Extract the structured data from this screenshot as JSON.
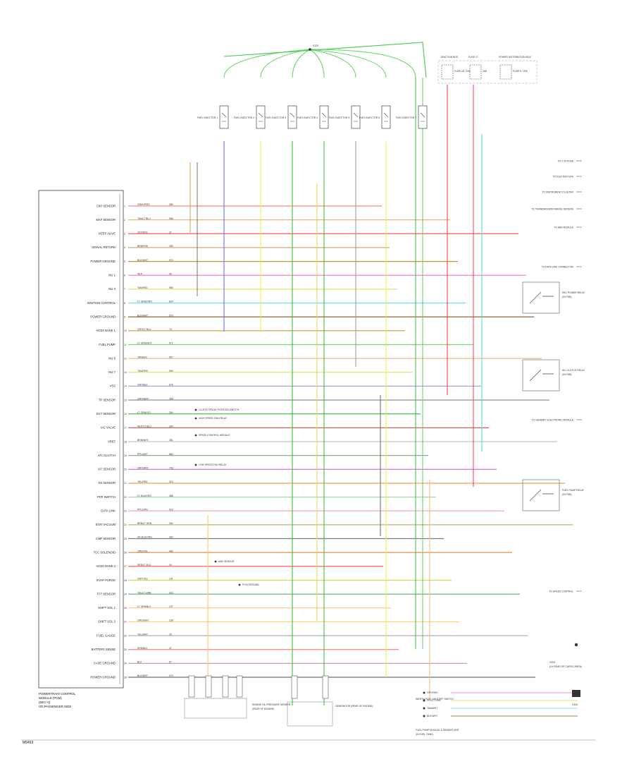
{
  "diagram_code": "M9453",
  "pcm": {
    "title": [
      "POWERTRAIN CONTROL",
      "MODULE (PCM)",
      "(EEC-V)",
      "ON PASSENGER SIDE"
    ],
    "pins": [
      {
        "label": "CKP SENSOR",
        "wire": "GRAY/RED",
        "circuit": "350"
      },
      {
        "label": "MAF SENSOR",
        "wire": "TAN/LT BLU",
        "circuit": "968"
      },
      {
        "label": "KEEP ALIVE",
        "wire": "VIO/ORG",
        "circuit": "37"
      },
      {
        "label": "SIGNAL RETURN",
        "wire": "BRN/PNK",
        "circuit": "359"
      },
      {
        "label": "POWER GROUND",
        "wire": "BLK/WHT",
        "circuit": "570"
      },
      {
        "label": "INJ 1",
        "wire": "WHT",
        "circuit": "95"
      },
      {
        "label": "INJ 3",
        "wire": "TAN/RED",
        "circuit": "555"
      },
      {
        "label": "IGNITION CONTROL",
        "wire": "LT GRN/ORG",
        "circuit": "824"
      },
      {
        "label": "POWER GROUND",
        "wire": "BLK/WHT",
        "circuit": "570"
      },
      {
        "label": "HO2S BANK 1",
        "wire": "GRY/LT BLU",
        "circuit": "74"
      },
      {
        "label": "FUEL PUMP",
        "wire": "LT GRN/WHT",
        "circuit": "971"
      },
      {
        "label": "INJ 5",
        "wire": "TAN/BLK",
        "circuit": "557"
      },
      {
        "label": "INJ 7",
        "wire": "TAN/ORG",
        "circuit": "559"
      },
      {
        "label": "VSS",
        "wire": "GRY/BLK",
        "circuit": "676"
      },
      {
        "label": "TP SENSOR",
        "wire": "GRY/WHT",
        "circuit": "355"
      },
      {
        "label": "ECT SENSOR",
        "wire": "LT GRN/YEL",
        "circuit": "354"
      },
      {
        "label": "IAC VALVE",
        "wire": "WHT/LT BLU",
        "circuit": "264"
      },
      {
        "label": "VREF",
        "wire": "BRN/WHT",
        "circuit": "351"
      },
      {
        "label": "A/C CLUTCH",
        "wire": "PPL/WHT",
        "circuit": "883"
      },
      {
        "label": "IAT SENSOR",
        "wire": "GRY/WHT",
        "circuit": "743"
      },
      {
        "label": "KS SENSOR",
        "wire": "YEL/RED",
        "circuit": "310"
      },
      {
        "label": "PSP SWITCH",
        "wire": "LT BLU/ORG",
        "circuit": "388"
      },
      {
        "label": "DATA LINK",
        "wire": "PPL/ORG",
        "circuit": "915"
      },
      {
        "label": "EGR VACUUM",
        "wire": "BRN/LT GRN",
        "circuit": "362"
      },
      {
        "label": "CMP SENSOR",
        "wire": "DK BLU/ORG",
        "circuit": "392"
      },
      {
        "label": "TCC SOLENOID",
        "wire": "ORG/YEL",
        "circuit": "480"
      },
      {
        "label": "HO2S BANK 2",
        "wire": "RED/LT BLU",
        "circuit": "94"
      },
      {
        "label": "EVAP PURGE",
        "wire": "GRY/YEL",
        "circuit": "101"
      },
      {
        "label": "TFT SENSOR",
        "wire": "YEL/LT GRN",
        "circuit": "923"
      },
      {
        "label": "SHIFT SOL 1",
        "wire": "LT GRN/BLK",
        "circuit": "237"
      },
      {
        "label": "SHIFT SOL 2",
        "wire": "ORG/WHT",
        "circuit": "238"
      },
      {
        "label": "FUEL GAUGE",
        "wire": "YEL/WHT",
        "circuit": "29"
      },
      {
        "label": "BATTERY SENSE",
        "wire": "RED/BLK",
        "circuit": "37"
      },
      {
        "label": "CASE GROUND",
        "wire": "BLK",
        "circuit": "57"
      },
      {
        "label": "POWER GROUND",
        "wire": "BLK/WHT",
        "circuit": "570"
      }
    ]
  },
  "injectors": {
    "labels": [
      "FUEL INJECTOR 1",
      "FUEL INJECTOR 2",
      "FUEL INJECTOR 3",
      "FUEL INJECTOR 4",
      "FUEL INJECTOR 5",
      "FUEL INJECTOR 6",
      "FUEL INJECTOR 7"
    ]
  },
  "top_right_boxes": [
    {
      "label": "JUNCTION BOX",
      "sub": "FUSE 18 / 15A"
    },
    {
      "label": "FUSE 17",
      "sub": "20A"
    },
    {
      "label": "POWER DISTRIBUTION BOX",
      "sub": "FUSE 9 / 20A"
    }
  ],
  "right_callouts": [
    "TO 2-25 FUSE",
    "TO IDLE MIXTURE",
    "TO INSTRUMENT CLUSTER",
    "TO TRANSMISSION RANGE SENSOR",
    "TO ABS MODULE",
    "TO DATA LINK CONNECTOR",
    "TO GENERIC ELECTRONIC MODULE",
    "TO SPEED CONTROL"
  ],
  "relays": [
    {
      "label": "EEC POWER RELAY",
      "sub": "(IN PDB)"
    },
    {
      "label": "A/C CLUTCH RELAY",
      "sub": "(IN PDB)"
    },
    {
      "label": "FUEL PUMP RELAY",
      "sub": "(IN PDB)"
    }
  ],
  "mid_labels": [
    "CLUTCH PEDAL POSITION SWITCH",
    "HIGH SPEED FAN RELAY",
    "SPEED CONTROL MODULE",
    "LOW SPEED FAN RELAY",
    "MAF SENSOR",
    "PCM GROUND"
  ],
  "bottom_labels": [
    {
      "label": "ENGINE OIL PRESSURE SENSOR",
      "sub": "(REAR OF ENGINE)"
    },
    {
      "label": "GENERATOR (REAR OF ENGINE)"
    },
    {
      "label": "FUEL PUMP MODULE & SENDER UNIT",
      "sub": "(IN FUEL TANK)"
    },
    {
      "label": "INERTIA FUEL SHUTOFF SWITCH"
    },
    {
      "label": "G203",
      "sub": "(LH REAR OF CARGO AREA)"
    }
  ],
  "fuel_pump_items": [
    "GRY/RED",
    "PPL/LT GRN",
    "TAN/WHT",
    "BLK/WHT"
  ],
  "top_splice_label": "S125",
  "bottom_right_label": "G100"
}
